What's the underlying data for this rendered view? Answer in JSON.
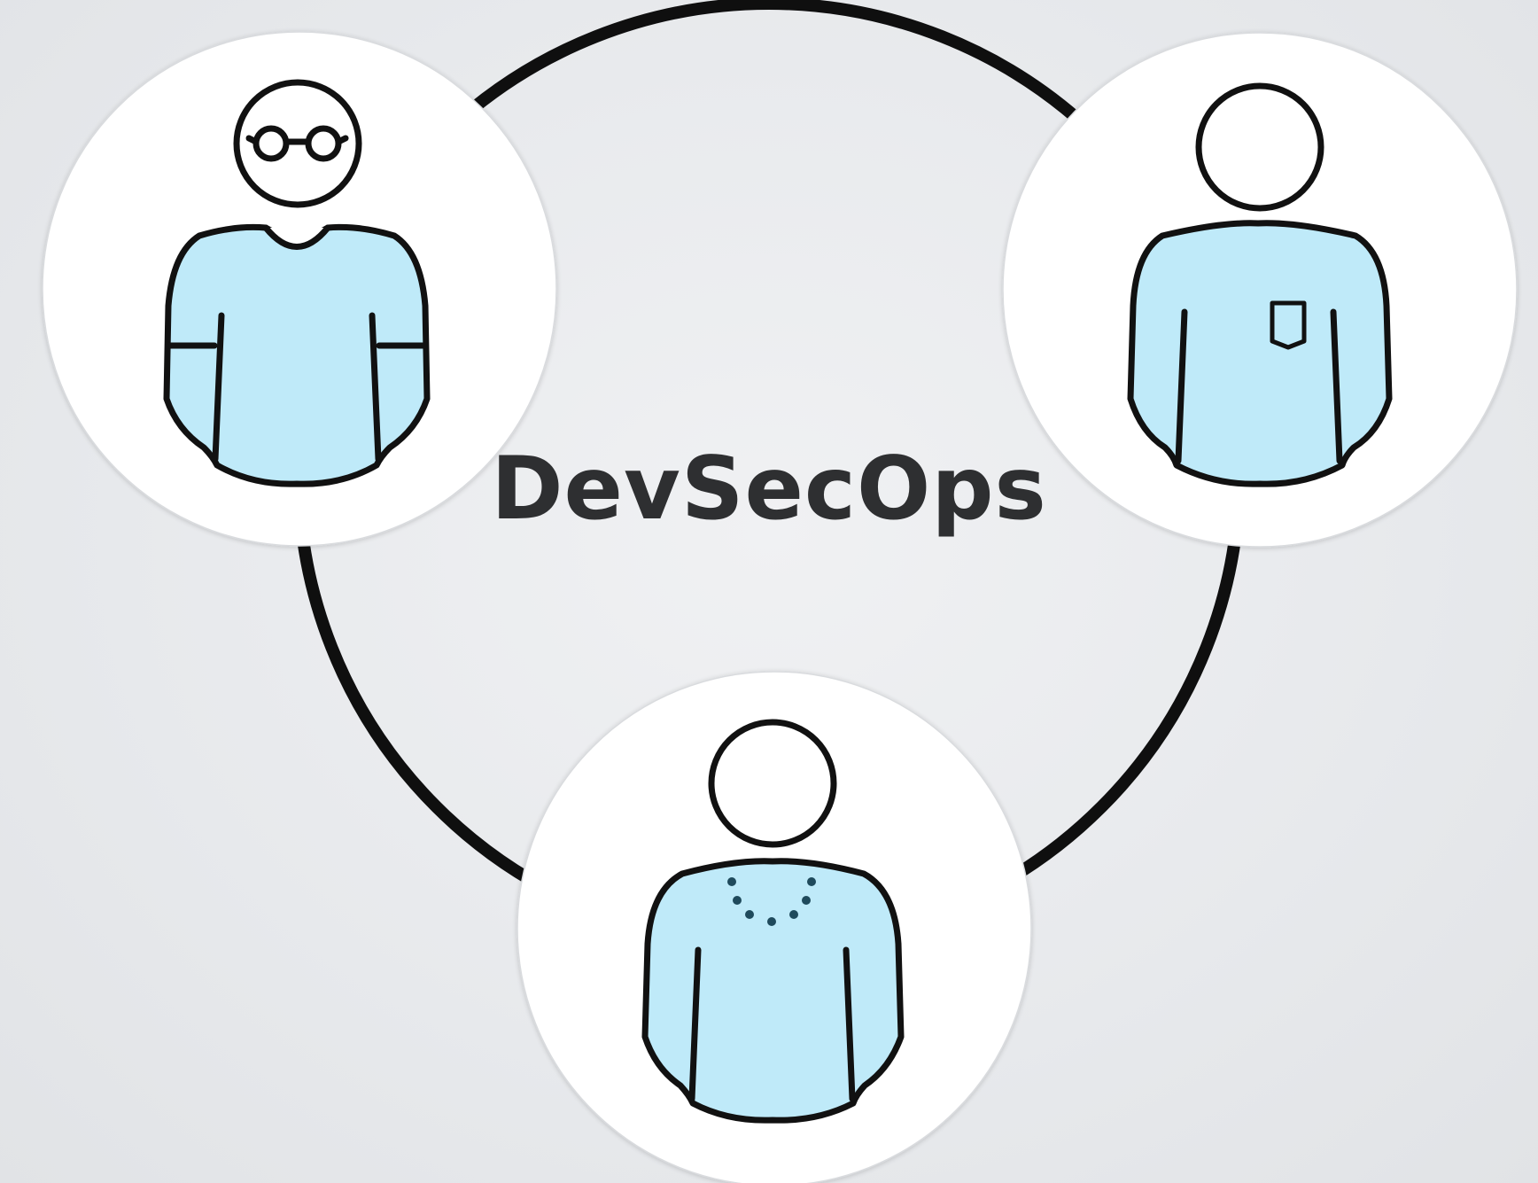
{
  "diagram": {
    "center_label": "DevSecOps",
    "colors": {
      "background": "#e8eaed",
      "node_fill": "#ffffff",
      "ring_stroke": "#0f0f0f",
      "figure_outline": "#111111",
      "shirt_fill": "#bfeaf9",
      "label_text": "#2e2f31"
    },
    "nodes": [
      {
        "role": "person-with-glasses",
        "icon": "glasses-person-icon"
      },
      {
        "role": "person-with-pocket-shirt",
        "icon": "pocket-shirt-person-icon"
      },
      {
        "role": "person-with-necklace",
        "icon": "necklace-person-icon"
      }
    ]
  }
}
